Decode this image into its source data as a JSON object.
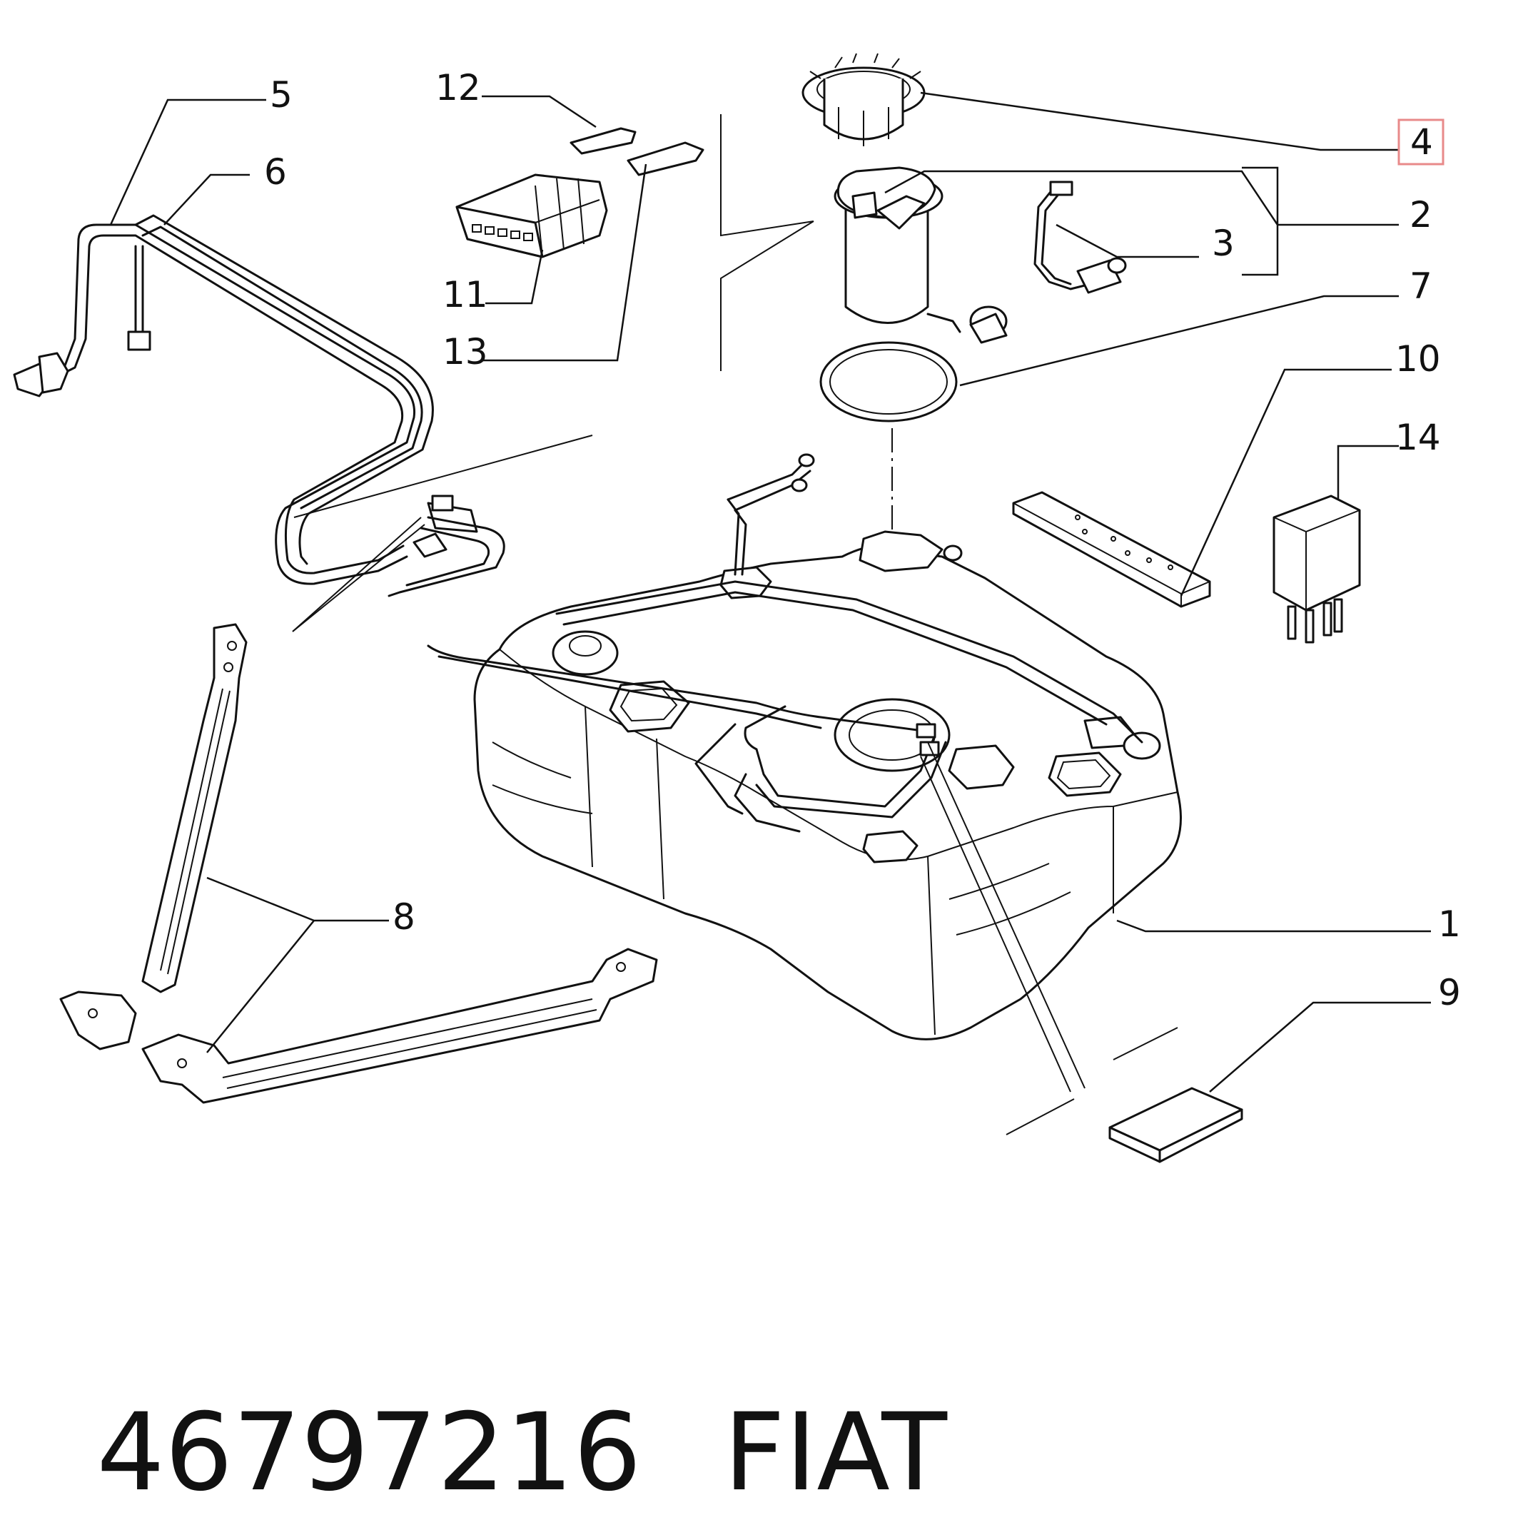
{
  "callouts": {
    "c1": "1",
    "c2": "2",
    "c3": "3",
    "c4": "4",
    "c5": "5",
    "c6": "6",
    "c7": "7",
    "c8": "8",
    "c9": "9",
    "c10": "10",
    "c11": "11",
    "c12": "12",
    "c13": "13",
    "c14": "14"
  },
  "highlighted_callout": "4",
  "highlight_color": "#e88a8a",
  "footer": {
    "part_number": "46797216",
    "brand": "FIAT"
  }
}
